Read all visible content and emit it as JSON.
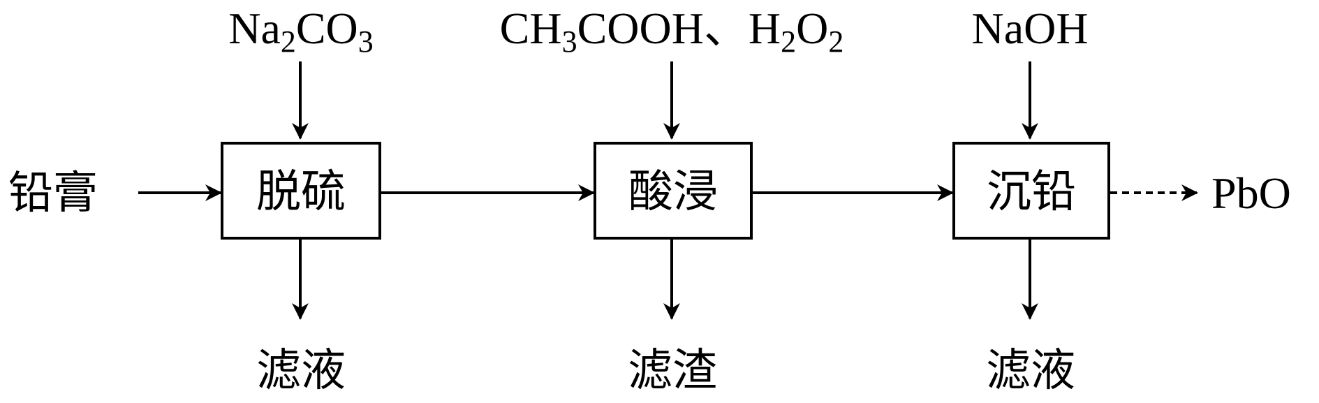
{
  "input": {
    "label": "铅膏"
  },
  "reagents": {
    "desulfurization": {
      "parts": [
        "Na",
        "2",
        "CO",
        "3"
      ]
    },
    "acid_leach": {
      "parts": [
        "CH",
        "3",
        "COOH、H",
        "2",
        "O",
        "2"
      ]
    },
    "precipitation": {
      "parts": [
        "NaOH"
      ]
    }
  },
  "steps": [
    {
      "label": "脱硫"
    },
    {
      "label": "酸浸"
    },
    {
      "label": "沉铅"
    }
  ],
  "outputs": [
    {
      "label": "滤液"
    },
    {
      "label": "滤渣"
    },
    {
      "label": "滤液"
    }
  ],
  "product": {
    "label": "PbO"
  }
}
